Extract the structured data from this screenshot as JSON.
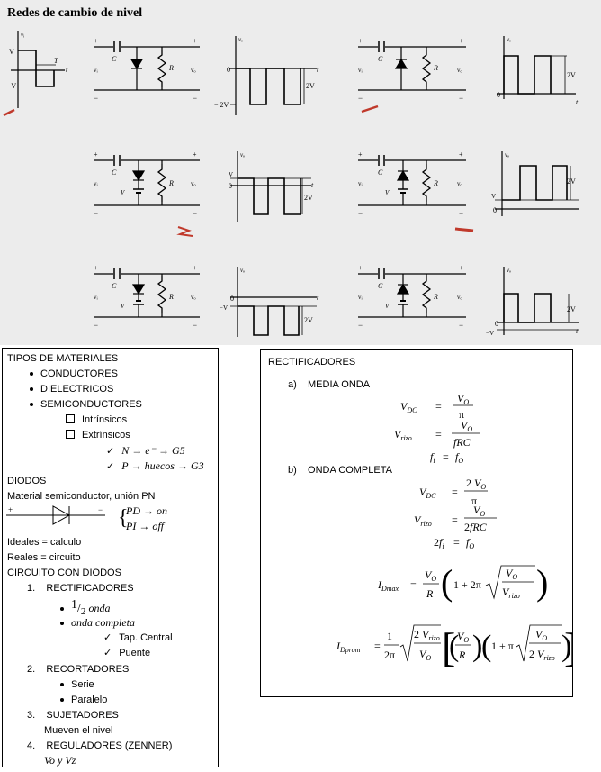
{
  "figure": {
    "title": "Redes de cambio de nivel",
    "labels": {
      "v": "V",
      "neg_v": "− V",
      "t": "t",
      "T": "T",
      "vi": "vᵢ",
      "C": "C",
      "R": "R",
      "vo": "vₒ",
      "zero": "0",
      "two_v": "2V",
      "neg_two_v": "− 2V",
      "plus": "+",
      "minus": "−",
      "vbat": "V",
      "vo_axis": "vₒ",
      "v_ax": "V",
      "minus_v": "−V"
    }
  },
  "left_notes": {
    "tipos_title": "TIPOS DE MATERIALES",
    "tipos": [
      "CONDUCTORES",
      "DIELECTRICOS",
      "SEMICONDUCTORES"
    ],
    "semis": [
      "Intrínsicos",
      "Extrínsicos"
    ],
    "ext_n_label": "N",
    "ext_n_arrow": "→ e⁻ → G5",
    "ext_p_label": "P",
    "ext_p_arrow": "→ huecos → G3",
    "diodos_title": "DIODOS",
    "material": "Material semiconductor, unión PN",
    "diode_plus": "+",
    "diode_minus": "−",
    "pd": "PD → on",
    "pi": "PI → off",
    "ideales": "Ideales = calculo",
    "reales": "Reales = circuito",
    "circuito_title": "CIRCUITO CON DIODOS",
    "items": [
      {
        "num": "1.",
        "label": "RECTIFICADORES"
      },
      {
        "num": "2.",
        "label": "RECORTADORES"
      },
      {
        "num": "3.",
        "label": "SUJETADORES"
      },
      {
        "num": "4.",
        "label": "REGULADORES (ZENNER)"
      }
    ],
    "rect_half_num": "1",
    "rect_half_den": "2",
    "rect_half_word": "onda",
    "rect_full": "onda completa",
    "rect_full_sub": [
      "Tap. Central",
      "Puente"
    ],
    "recortadores_sub": [
      "Serie",
      "Paralelo"
    ],
    "sujetadores_note": "Mueven el nivel",
    "reguladores_note": "Vo y Vz"
  },
  "right_notes": {
    "title": "RECTIFICADORES",
    "a_label": "a)",
    "a_title": "MEDIA ONDA",
    "b_label": "b)",
    "b_title": "ONDA COMPLETA"
  }
}
